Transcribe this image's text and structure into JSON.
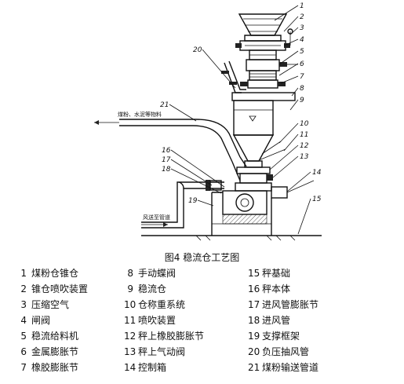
{
  "caption": "图4   稳流仓工艺图",
  "drawing_labels": {
    "left_top_arrow": "煤粉、水泥等物料",
    "left_bottom_arrow": "风送至管道",
    "callouts": [
      "1",
      "2",
      "3",
      "4",
      "5",
      "6",
      "7",
      "8",
      "9",
      "10",
      "11",
      "12",
      "13",
      "14",
      "15",
      "16",
      "17",
      "18",
      "19",
      "20",
      "21"
    ]
  },
  "legend": [
    {
      "num": "1",
      "text": "煤粉仓锥仓"
    },
    {
      "num": "8",
      "text": "手动蝶阀"
    },
    {
      "num": "15",
      "text": "秤基础"
    },
    {
      "num": "2",
      "text": "锥仓喷吹装置"
    },
    {
      "num": "9",
      "text": "稳流仓"
    },
    {
      "num": "16",
      "text": "秤本体"
    },
    {
      "num": "3",
      "text": "压缩空气"
    },
    {
      "num": "10",
      "text": "仓称重系统"
    },
    {
      "num": "17",
      "text": "进风管膨胀节"
    },
    {
      "num": "4",
      "text": "闸阀"
    },
    {
      "num": "11",
      "text": "喷吹装置"
    },
    {
      "num": "18",
      "text": "进风管"
    },
    {
      "num": "5",
      "text": "稳流给料机"
    },
    {
      "num": "12",
      "text": "秤上橡胶膨胀节"
    },
    {
      "num": "19",
      "text": "支撑框架"
    },
    {
      "num": "6",
      "text": "金属膨胀节"
    },
    {
      "num": "13",
      "text": "秤上气动阀"
    },
    {
      "num": "20",
      "text": "负压抽风管"
    },
    {
      "num": "7",
      "text": "橡胶膨胀节"
    },
    {
      "num": "14",
      "text": "控制箱"
    },
    {
      "num": "21",
      "text": "煤粉输送管道"
    }
  ]
}
